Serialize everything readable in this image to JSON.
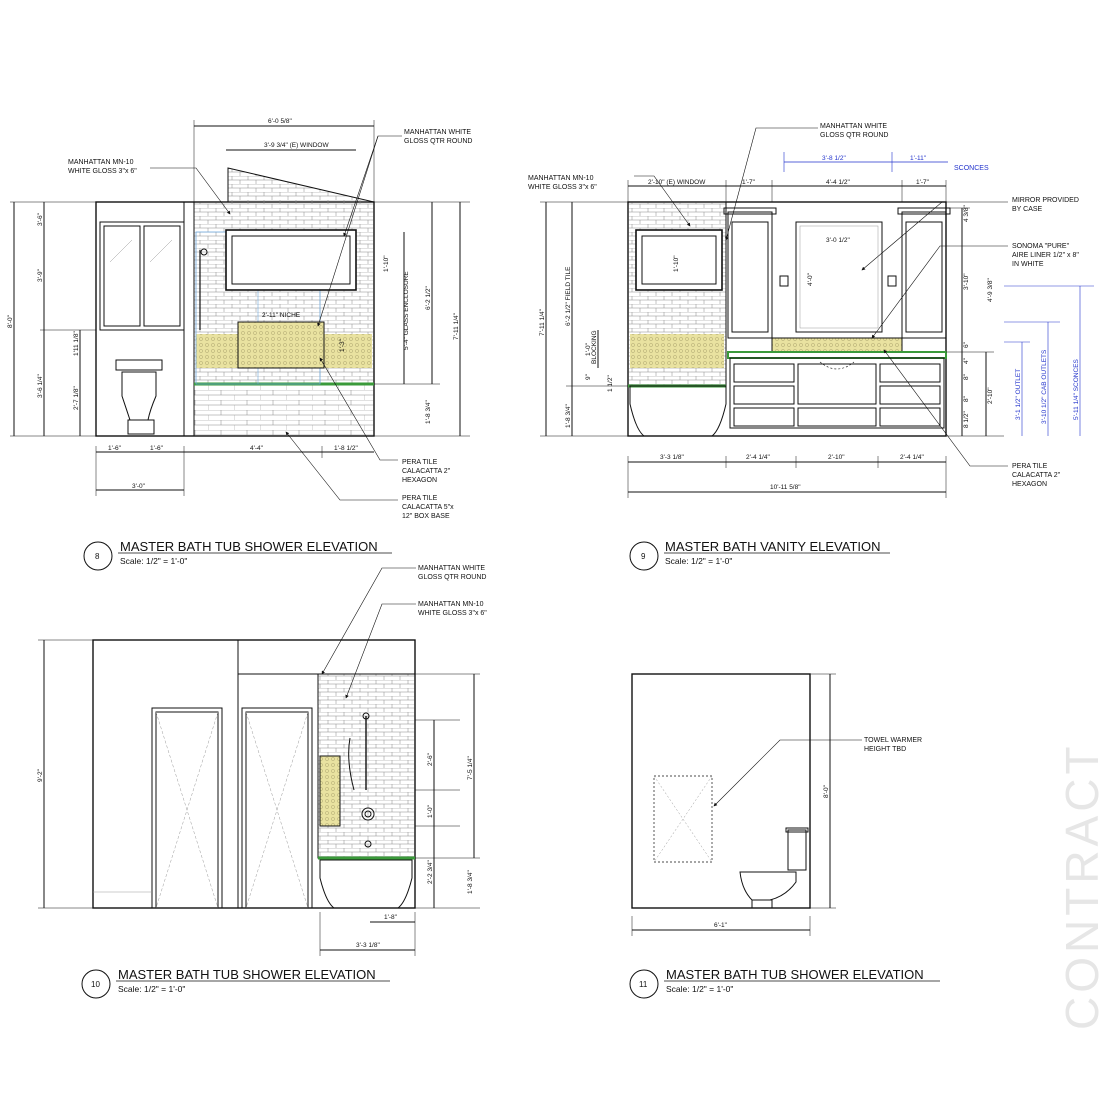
{
  "colors": {
    "line": "#111111",
    "tile_green": "#3a9a3a",
    "hex_yellow": "#e9e2a0",
    "glass_blue": "#6fa8dc",
    "dim_blue": "#2233cc",
    "watermark": "#e6e6e6"
  },
  "watermark": "CONTRACT",
  "elev8": {
    "number": "8",
    "title": "MASTER BATH TUB SHOWER ELEVATION",
    "scale": "Scale: 1/2\" = 1'-0\"",
    "notes": {
      "tile_l1": "MANHATTAN MN-10",
      "tile_l2": "WHITE GLOSS 3\"x 6\"",
      "qtr_l1": "MANHATTAN WHITE",
      "qtr_l2": "GLOSS QTR ROUND",
      "hex_l1": "PERA TILE",
      "hex_l2": "CALACATTA 2\"",
      "hex_l3": "HEXAGON",
      "base_l1": "PERA TILE",
      "base_l2": "CALACATTA 5\"x",
      "base_l3": "12\" BOX BASE"
    },
    "dims": {
      "top_overall": "6'-0 5/8\"",
      "window": "3'-9 3/4\" (E) WINDOW",
      "niche": "2'-11\" NICHE",
      "win_h": "1'-10\"",
      "niche_h": "1'-3\"",
      "glass": "5'-4\" GLASS ENCLOSURE",
      "h_6_2": "6'-2 1/2\"",
      "h_7_11": "7'-11 1/4\"",
      "h_1_8": "1'-8 3/4\"",
      "left_8": "8'-0\"",
      "left_3_6": "3'-6\"",
      "left_3_9": "3'-9\"",
      "left_3_6_14": "3'-6 1/4\"",
      "left_1_11": "1'11 1/8\"",
      "left_2_7": "2'-7 1/8\"",
      "b_1_6a": "1'-6\"",
      "b_1_6b": "1'-6\"",
      "b_3_0": "3'-0\"",
      "b_4_4": "4'-4\"",
      "b_1_8": "1'-8 1/2\""
    }
  },
  "elev9": {
    "number": "9",
    "title": "MASTER BATH VANITY ELEVATION",
    "scale": "Scale: 1/2\" = 1'-0\"",
    "notes": {
      "tile_l1": "MANHATTAN MN-10",
      "tile_l2": "WHITE GLOSS 3\"x 6\"",
      "qtr_l1": "MANHATTAN WHITE",
      "qtr_l2": "GLOSS QTR ROUND",
      "mirror_l1": "MIRROR PROVIDED",
      "mirror_l2": "BY CASE",
      "liner_l1": "SONOMA \"PURE\"",
      "liner_l2": "AIRE LINER 1/2\" x 8\"",
      "liner_l3": "IN WHITE",
      "hex_l1": "PERA TILE",
      "hex_l2": "CALACATTA 2\"",
      "hex_l3": "HEXAGON",
      "sconces": "SCONCES",
      "sconces_v": "5'-11 1/4\" SCONCES",
      "outlet_v": "3'-1 1/2\" OUTLET",
      "cab_v": "3'-10 1/2\" CAB OUTLETS",
      "blocking": "BLOCKING",
      "field_tile": "6'-2 1/2\" FIELD TILE"
    },
    "dims": {
      "sc_a": "3'-8 1/2\"",
      "sc_b": "1'-11\"",
      "window": "2'-10\" (E) WINDOW",
      "t_1_7a": "1'-7\"",
      "t_4_4": "4'-4 1/2\"",
      "t_1_7b": "1'-7\"",
      "mirror_w": "3'-0 1/2\"",
      "mirror_h": "4'-0\"",
      "win_h": "1'-10\"",
      "left_7_11": "7'-11 1/4\"",
      "left_1_0": "1'-0\"",
      "left_9": "9\"",
      "left_1_12": "1 1/2\"",
      "left_1_8": "1'-8 3/4\"",
      "r_4_3_8": "4 3/8\"",
      "r_3_10": "3'-10\"",
      "r_6": "6\"",
      "r_4": "4\"",
      "r_8a": "8\"",
      "r_8b": "8\"",
      "r_8_12": "8 1/2\"",
      "r_2_10": "2'-10\"",
      "r_4_9": "4'-9 3/8\"",
      "b_3_3": "3'-3 1/8\"",
      "b_2_4a": "2'-4 1/4\"",
      "b_2_10": "2'-10\"",
      "b_2_4b": "2'-4 1/4\"",
      "b_overall": "10'-11 5/8\""
    }
  },
  "elev10": {
    "number": "10",
    "title": "MASTER BATH TUB SHOWER ELEVATION",
    "scale": "Scale: 1/2\" = 1'-0\"",
    "notes": {
      "qtr_l1": "MANHATTAN WHITE",
      "qtr_l2": "GLOSS QTR ROUND",
      "tile_l1": "MANHATTAN MN-10",
      "tile_l2": "WHITE GLOSS 3\"x 6\""
    },
    "dims": {
      "left_9_2": "9'-2\"",
      "r_7_5": "7'-5 1/4\"",
      "r_2_6": "2'-6\"",
      "r_1_0": "1'-0\"",
      "r_2_2": "2'-2 3/4\"",
      "r_1_8": "1'-8 3/4\"",
      "b_1_8": "1'-8\"",
      "b_3_3": "3'-3 1/8\""
    }
  },
  "elev11": {
    "number": "11",
    "title": "MASTER BATH TUB SHOWER ELEVATION",
    "scale": "Scale: 1/2\" = 1'-0\"",
    "notes": {
      "towel_l1": "TOWEL WARMER",
      "towel_l2": "HEIGHT TBD"
    },
    "dims": {
      "r_8_0": "8'-0\"",
      "b_6_1": "6'-1\""
    }
  }
}
